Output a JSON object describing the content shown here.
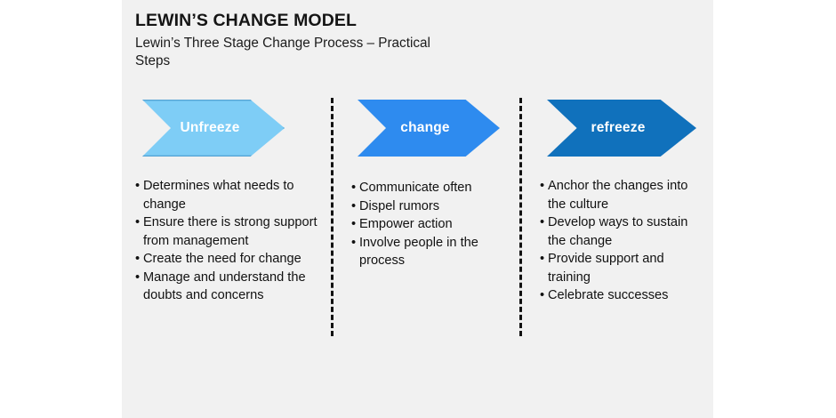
{
  "slide": {
    "title": "LEWIN’S CHANGE MODEL",
    "subtitle": "Lewin’s Three Stage Change Process – Practical Steps",
    "background_color": "#f1f1f1",
    "page_color": "#ffffff"
  },
  "stages": [
    {
      "key": "unfreeze",
      "label": "Unfreeze",
      "color": "#7ecdf6",
      "border_color": "#56a5d6",
      "label_color": "#ffffff",
      "bullets": [
        "Determines what needs to change",
        "Ensure there is strong support\nfrom management",
        "Create the need for change",
        "Manage and understand the doubts and concerns"
      ]
    },
    {
      "key": "change",
      "label": "change",
      "color": "#2e8bef",
      "border_color": "#2e8bef",
      "label_color": "#ffffff",
      "bullets": [
        "Communicate often",
        "Dispel rumors",
        "Empower action",
        "Involve people in the process"
      ]
    },
    {
      "key": "refreeze",
      "label": "refreeze",
      "color": "#1071bc",
      "border_color": "#1071bc",
      "label_color": "#ffffff",
      "bullets": [
        "Anchor the changes into the culture",
        "Develop ways to sustain the change",
        "Provide support and training",
        "Celebrate successes"
      ]
    }
  ],
  "bullet_glyph": "•",
  "dividers": [
    {
      "name": "divider-unfreeze-change",
      "style": "dashed",
      "color": "#111111"
    },
    {
      "name": "divider-change-refreeze",
      "style": "dashed",
      "color": "#111111"
    }
  ]
}
